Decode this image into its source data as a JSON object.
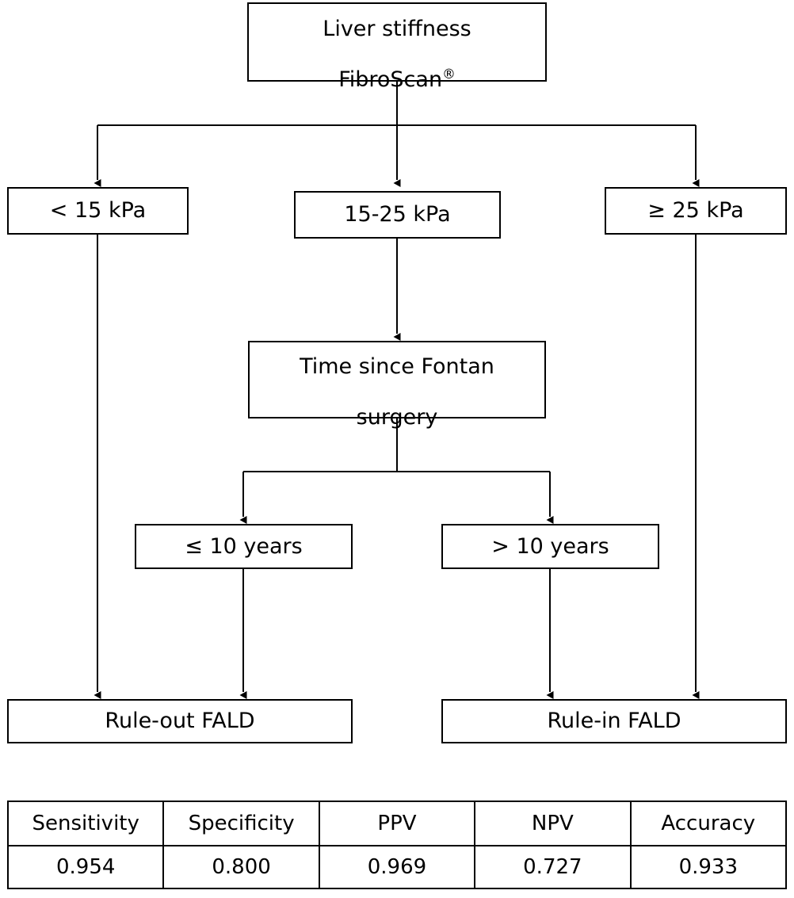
{
  "diagram": {
    "title": "Liver stiffness FibroScan diagnostic algorithm for FALD",
    "nodes": {
      "root": {
        "line1": "Liver stiffness",
        "line2": "FibroScan",
        "superscript": "®"
      },
      "kpa_low": {
        "label": "< 15 kPa"
      },
      "kpa_mid": {
        "label": "15-25 kPa"
      },
      "kpa_high": {
        "label": "≥ 25 kPa"
      },
      "fontan": {
        "line1": "Time since Fontan",
        "line2": "surgery"
      },
      "years_low": {
        "label": "≤ 10 years"
      },
      "years_high": {
        "label": "> 10 years"
      },
      "rule_out": {
        "label": "Rule-out FALD"
      },
      "rule_in": {
        "label": "Rule-in FALD"
      }
    },
    "stroke_color": "#000000",
    "background_color": "#ffffff"
  },
  "chart_data": {
    "type": "table",
    "title": "",
    "categories": [
      "Sensitivity",
      "Specificity",
      "PPV",
      "NPV",
      "Accuracy"
    ],
    "values": [
      0.954,
      0.8,
      0.969,
      0.727,
      0.933
    ],
    "headers": [
      "Sensitivity",
      "Specificity",
      "PPV",
      "NPV",
      "Accuracy"
    ],
    "rows": [
      [
        "0.954",
        "0.800",
        "0.969",
        "0.727",
        "0.933"
      ]
    ]
  }
}
